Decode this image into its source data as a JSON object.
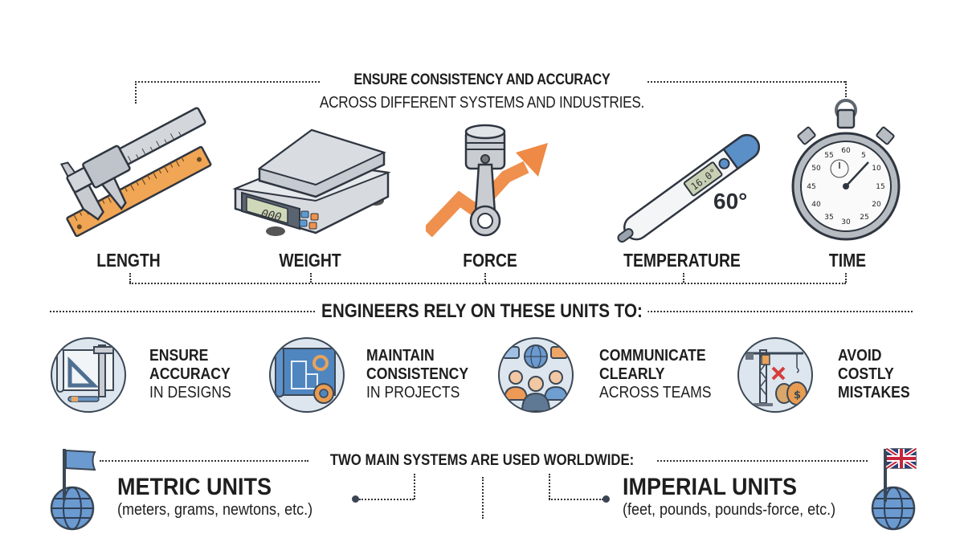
{
  "header": {
    "title": "ENSURE CONSISTENCY AND ACCURACY",
    "subtitle": "ACROSS DIFFERENT SYSTEMS AND INDUSTRIES."
  },
  "units": [
    {
      "label": "LENGTH",
      "icon": "caliper-ruler-icon"
    },
    {
      "label": "WEIGHT",
      "icon": "digital-scale-icon",
      "display": "000"
    },
    {
      "label": "FORCE",
      "icon": "piston-arrow-icon"
    },
    {
      "label": "TEMPERATURE",
      "icon": "thermometer-icon",
      "display": "16.0°",
      "reading": "60°"
    },
    {
      "label": "TIME",
      "icon": "stopwatch-icon",
      "dial": [
        "60",
        "5",
        "10",
        "15",
        "20",
        "25",
        "30",
        "35",
        "40",
        "45",
        "50",
        "55"
      ]
    }
  ],
  "engineers": {
    "title": "ENGINEERS RELY ON THESE UNITS TO:",
    "items": [
      {
        "bold1": "ENSURE",
        "bold2": "ACCURACY",
        "normal": "IN DESIGNS",
        "icon": "blueprint-tools-icon"
      },
      {
        "bold1": "MAINTAIN",
        "bold2": "CONSISTENCY",
        "normal": "IN PROJECTS",
        "icon": "blueprint-gears-icon"
      },
      {
        "bold1": "COMMUNICATE",
        "bold2": "CLEARLY",
        "normal": "ACROSS TEAMS",
        "icon": "team-communication-icon"
      },
      {
        "bold1": "AVOID",
        "bold2": "COSTLY",
        "bold3": "MISTAKES",
        "icon": "crane-money-icon"
      }
    ]
  },
  "systems": {
    "title": "TWO MAIN SYSTEMS ARE USED WORLDWIDE:",
    "metric": {
      "name": "METRIC UNITS",
      "examples": "(meters, grams, newtons, etc.)"
    },
    "imperial": {
      "name": "IMPERIAL UNITS",
      "examples": "(feet, pounds, pounds-force, etc.)"
    }
  },
  "colors": {
    "accent_orange": "#e88a45",
    "accent_blue": "#5b8fc7",
    "icon_bg": "#dde6ef",
    "outline": "#3b4755",
    "steel": "#c7ccd2"
  }
}
